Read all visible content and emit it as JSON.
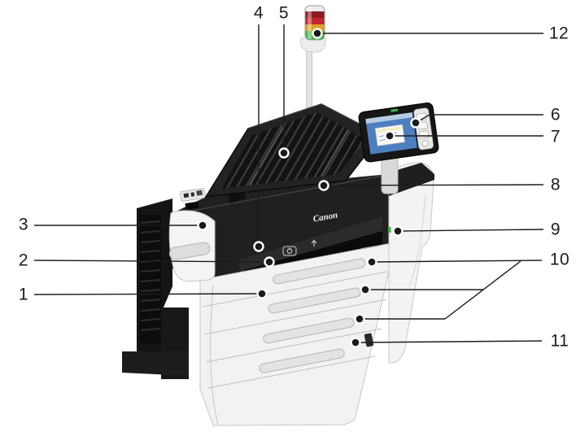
{
  "figure": {
    "brand_logo": "Canon",
    "callouts": [
      {
        "label": "1"
      },
      {
        "label": "2"
      },
      {
        "label": "3"
      },
      {
        "label": "4"
      },
      {
        "label": "5"
      },
      {
        "label": "6"
      },
      {
        "label": "7"
      },
      {
        "label": "8"
      },
      {
        "label": "9"
      },
      {
        "label": "10"
      },
      {
        "label": "11"
      },
      {
        "label": "12"
      }
    ],
    "beacon_segment_colors_top_to_bottom": [
      "#8e1b1f",
      "#c1272d",
      "#dfa126",
      "#41b649"
    ],
    "accent_colors": {
      "leader_line": "#1c1c1c",
      "body_dark": "#1f1f1f",
      "body_light": "#f2f2f0",
      "screen_blue": "#4d7fc0",
      "led_green": "#3fae49"
    }
  }
}
